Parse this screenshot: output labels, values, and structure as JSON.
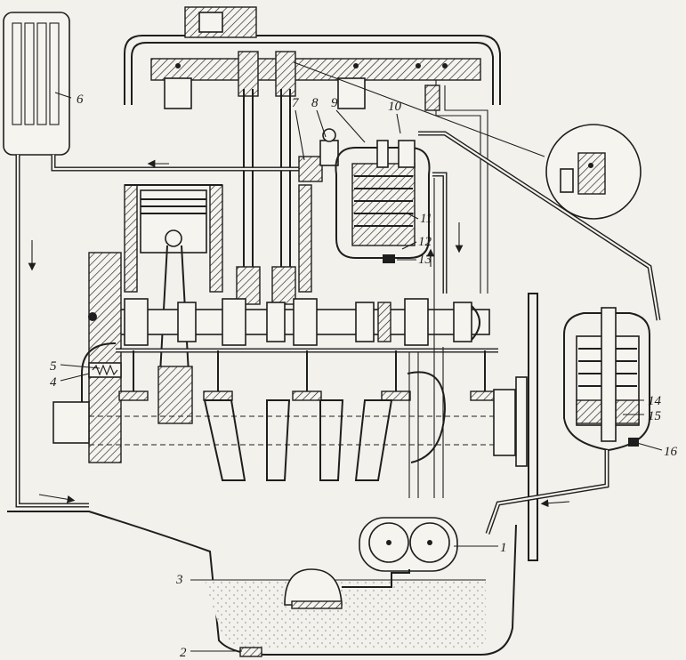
{
  "labels": {
    "l1": "1",
    "l2": "2",
    "l3": "3",
    "l4": "4",
    "l5": "5",
    "l6": "6",
    "l7": "7",
    "l8": "8",
    "l9": "9",
    "l10": "10",
    "l11": "11",
    "l12": "12",
    "l13": "13",
    "l14": "14",
    "l15": "15",
    "l16": "16"
  },
  "colors": {
    "ink": "#1e1e1e",
    "paper": "#f3f1ec"
  }
}
